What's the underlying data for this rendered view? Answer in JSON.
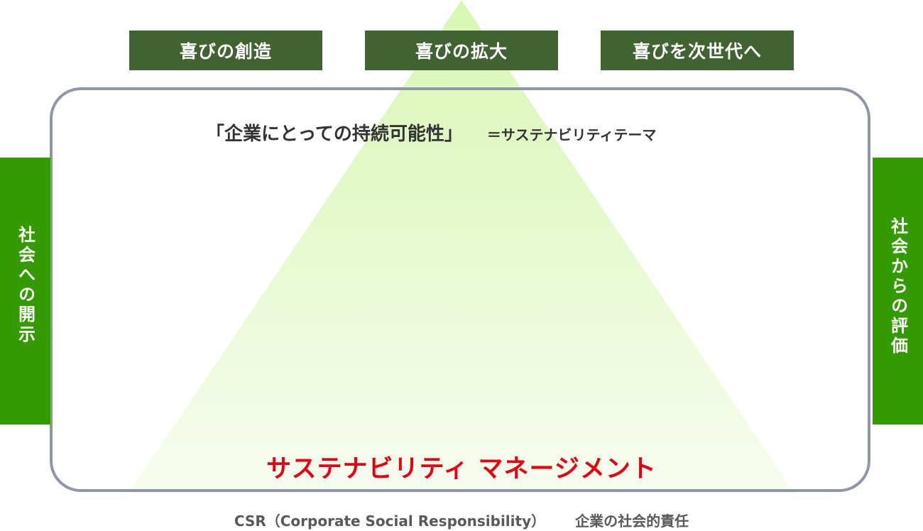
{
  "top_goals": [
    "喜びの創造",
    "喜びの拡大",
    "喜びを次世代へ"
  ],
  "theme": {
    "main": "「企業にとっての持続可能性」",
    "sub": "＝サステナビリティテーマ"
  },
  "side": {
    "left": "社会への開示",
    "right": "社会からの評価"
  },
  "management_label": "サステナビリティ マネージメント",
  "footer": {
    "csr": "CSR（Corporate Social Responsibility）",
    "meaning": "企業の社会的責任"
  },
  "colors": {
    "goal_box": "#406331",
    "side_bar": "#339a00",
    "frame": "#8e97a8",
    "management_text": "#e60012",
    "triangle_top": "#d8f7b3",
    "triangle_bottom": "#f7fcef"
  }
}
